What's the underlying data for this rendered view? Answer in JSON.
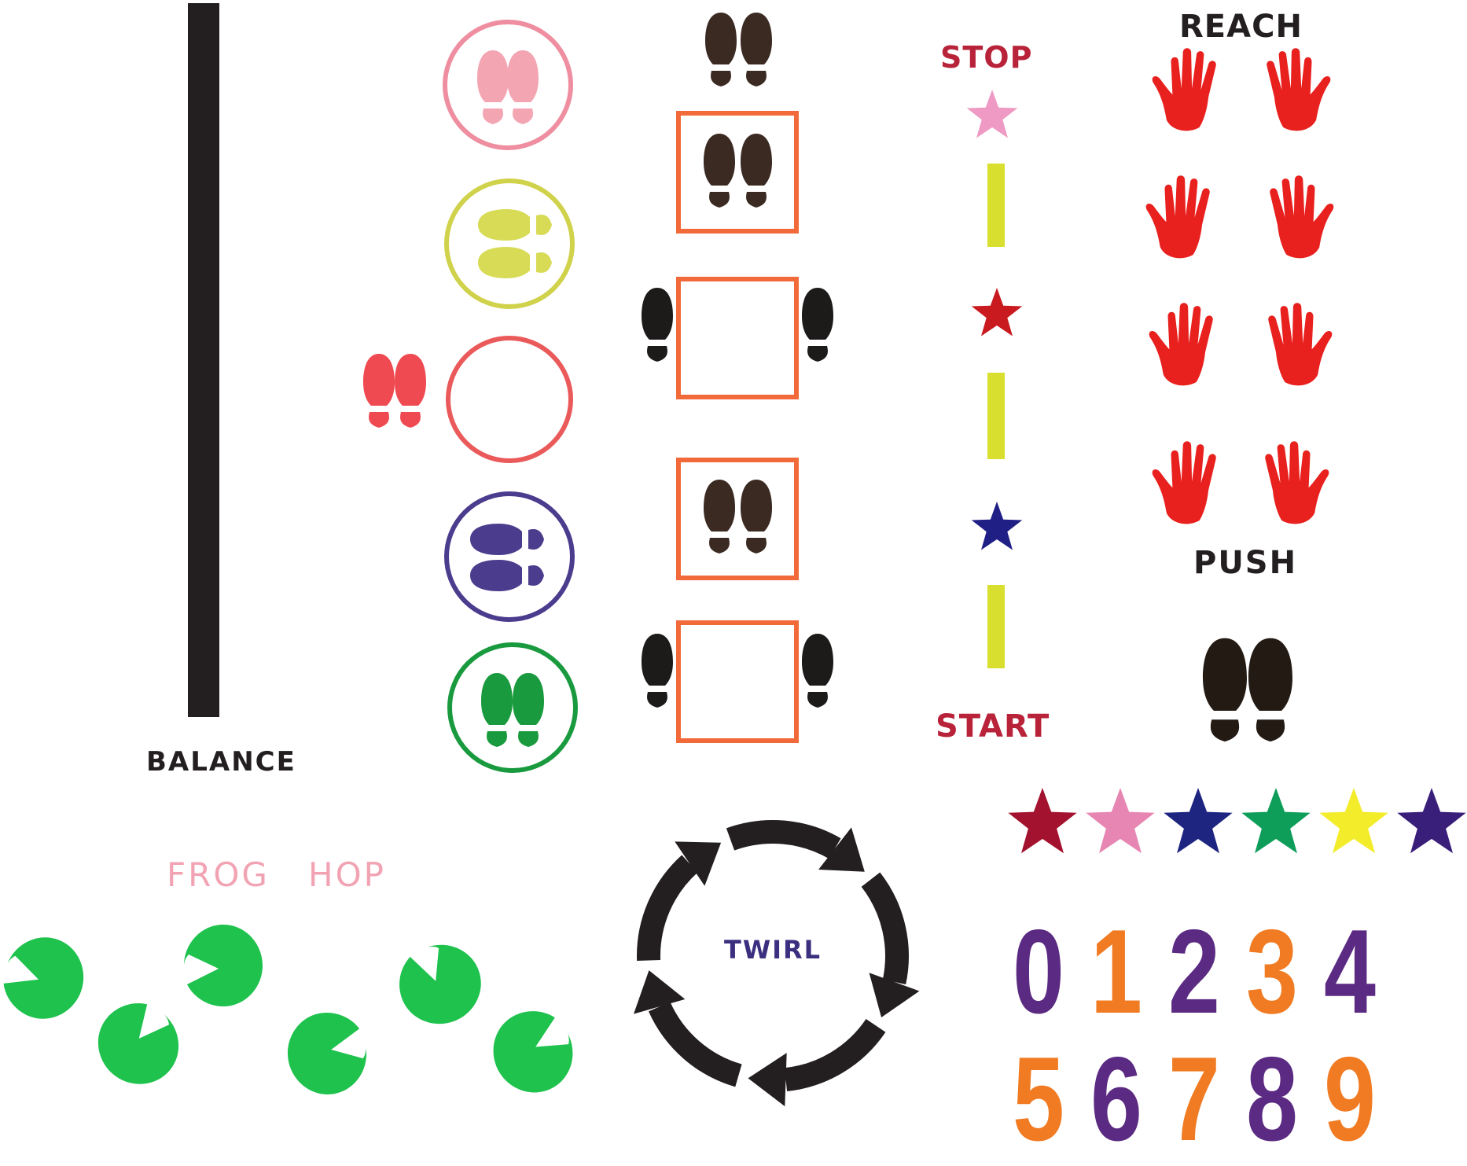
{
  "labels": {
    "balance": "BALANCE",
    "reach": "REACH",
    "push": "PUSH",
    "stop": "STOP",
    "start": "START",
    "frog": "FROG",
    "hop": "HOP",
    "twirl": "TWIRL"
  },
  "digits": [
    "0",
    "1",
    "2",
    "3",
    "4",
    "5",
    "6",
    "7",
    "8",
    "9"
  ],
  "digit_colors": [
    "#5b2a82",
    "#f07b23",
    "#5b2a82",
    "#f07b23",
    "#5b2a82",
    "#f07b23",
    "#5b2a82",
    "#f07b23",
    "#5b2a82",
    "#f07b23"
  ],
  "star_row_colors": [
    "#a3122e",
    "#e786b3",
    "#1d2580",
    "#0f9e5a",
    "#f3ec2a",
    "#3a1f7a"
  ],
  "colors": {
    "balance_bar": "#231f20",
    "footprint_dark": "#3b2a22",
    "footprint_black": "#1d1a1a",
    "square_outline": "#f26a3a",
    "hands": "#e8201e",
    "lily_pad": "#1ec24d",
    "dash": "#d9df2e",
    "arrows": "#231f20"
  },
  "circles": [
    {
      "name": "pink",
      "color": "#ee8ea0",
      "feet": "#f3a5b2"
    },
    {
      "name": "yellow",
      "color": "#cfd24a",
      "feet": "#d8db56"
    },
    {
      "name": "red",
      "color": "#ea5a5a",
      "feet": ""
    },
    {
      "name": "purple",
      "color": "#4b3c8e",
      "feet": "#4b3c8e"
    },
    {
      "name": "green",
      "color": "#1a9a3f",
      "feet": "#1a9a3f"
    }
  ],
  "path_stars": [
    "#ee9ac4",
    "#c91a1f",
    "#1f1f86"
  ]
}
